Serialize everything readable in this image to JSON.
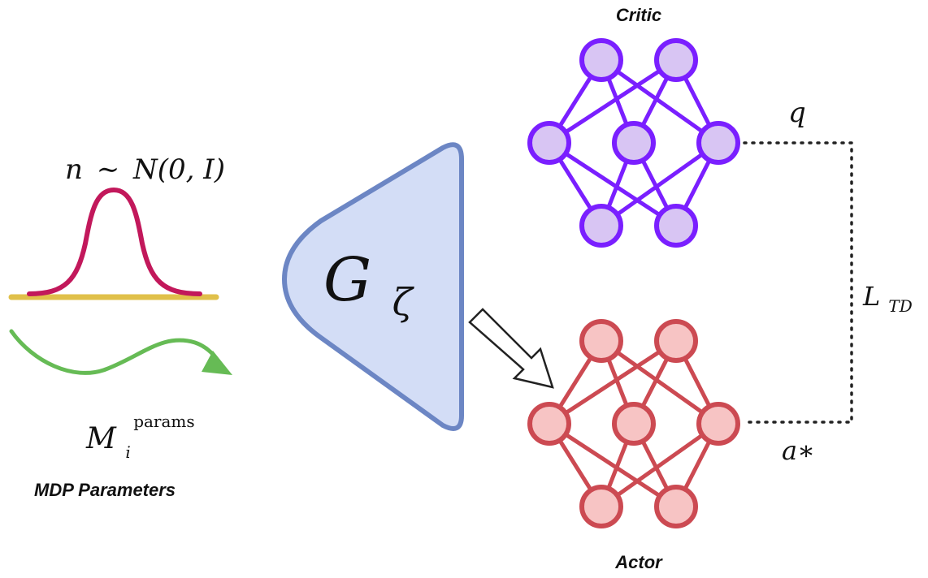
{
  "noise": {
    "label_var": "n",
    "label_rel": "∼",
    "label_dist": "N(0, I)",
    "curve_color": "#c2185b",
    "baseline_color": "#e0c04a"
  },
  "mdp": {
    "label_main": "M",
    "label_sub": "i",
    "label_sup": "params",
    "caption": "MDP Parameters",
    "arrow_color": "#66bb55"
  },
  "generator": {
    "symbol": "G",
    "subscript": "ζ",
    "fill": "#d3ddf6",
    "stroke": "#6c86c4"
  },
  "critic": {
    "title": "Critic",
    "output": "q",
    "node_fill": "#d8c5f3",
    "stroke": "#7a1fff"
  },
  "actor": {
    "title": "Actor",
    "output": "a∗",
    "node_fill": "#f7c4c4",
    "stroke": "#cc4a52"
  },
  "loss": {
    "symbol": "L",
    "subscript": "TD"
  }
}
